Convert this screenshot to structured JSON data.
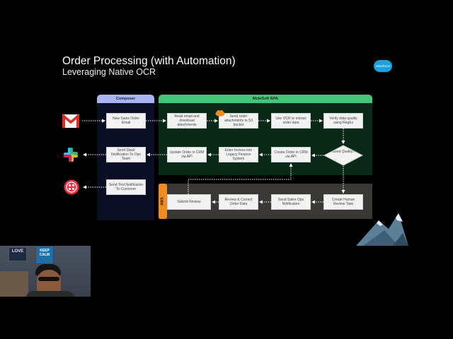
{
  "slide": {
    "title": "Order Processing (with Automation)",
    "subtitle": "Leveraging Native OCR",
    "logo_text": "salesforce"
  },
  "lanes": {
    "composer": "Composer",
    "mulesoft": "MuleSoft RPA",
    "aws": "AWS"
  },
  "steps": {
    "new_email": "New Sales Order Email",
    "read_email": "Read email and download attachments",
    "send_s3": "Send order attachments to S3 bucket",
    "use_ocr": "Use OCR to extract order data",
    "verify": "Verify data quality using RegEx",
    "good_quality": "Good Quality?",
    "create_order": "Create Order in CRM via API",
    "enter_invoice": "Enter Invoice into Legacy Finance System",
    "update_order": "Update Order in CRM via API",
    "send_slack": "Send Slack Notification To Ops Team",
    "send_text": "Send Text Notification To Customer",
    "create_review": "Create Human Review Task",
    "send_sales_ops": "Send Sales Ops Notification",
    "review_correct": "Review & Correct Order Data",
    "submit_review": "Submit Review"
  },
  "webcam": {
    "poster_top": "LOVE",
    "poster_right": "KEEP CALM"
  },
  "colors": {
    "composer_lane": "#aab4f0",
    "mulesoft_lane": "#46c57a",
    "mulesoft_body": "#092818",
    "aws_body": "#3a3834",
    "aws_tab": "#f28c1e",
    "gmail_red": "#d93025",
    "twilio_red": "#f22f46",
    "salesforce_blue": "#1ba1dd"
  },
  "icons": [
    "gmail-icon",
    "slack-icon",
    "twilio-icon",
    "aws-cloud-icon",
    "mountain-illustration"
  ]
}
